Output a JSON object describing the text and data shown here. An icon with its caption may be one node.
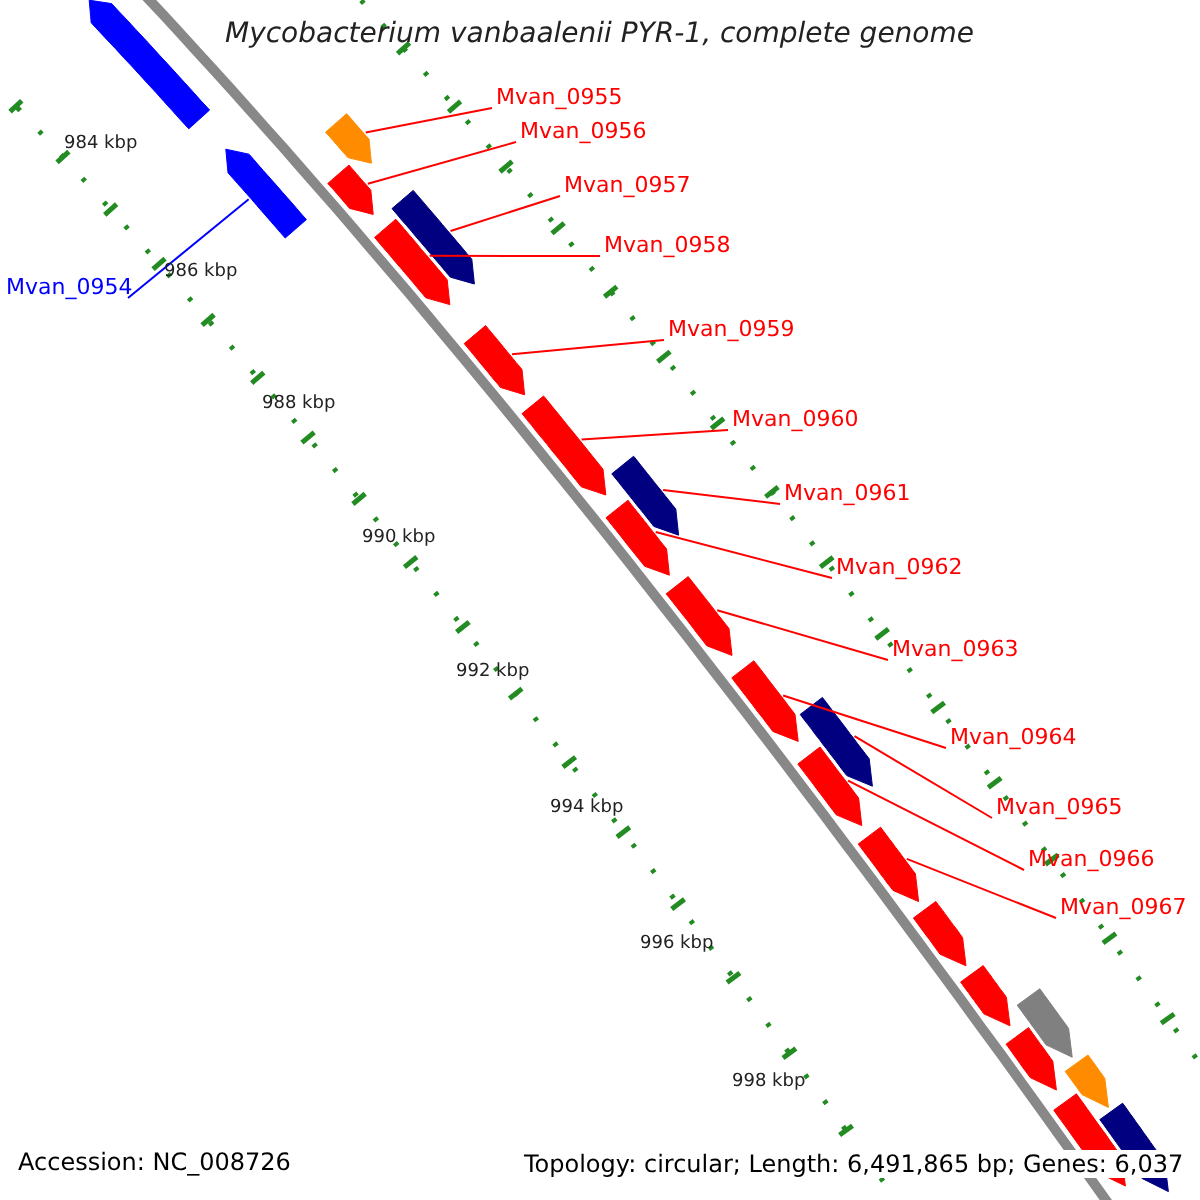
{
  "diagram": {
    "title": "Mycobacterium vanbaalenii PYR-1, complete genome",
    "nodes": [
      {
        "text": [
          "Mvan_0954"
        ]
      },
      {
        "text": [
          "Mvan_0955"
        ]
      },
      {
        "text": [
          "Mvan_0956"
        ]
      },
      {
        "text": [
          "Mvan_0957"
        ]
      },
      {
        "text": [
          "Mvan_0958"
        ]
      },
      {
        "text": [
          "Mvan_0959"
        ]
      },
      {
        "text": [
          "Mvan_0960"
        ]
      },
      {
        "text": [
          "Mvan_0961"
        ]
      },
      {
        "text": [
          "Mvan_0962"
        ]
      },
      {
        "text": [
          "Mvan_0963"
        ]
      },
      {
        "text": [
          "Mvan_0964"
        ]
      },
      {
        "text": [
          "Mvan_0965"
        ]
      },
      {
        "text": [
          "Mvan_0966"
        ]
      },
      {
        "text": [
          "Mvan_0967"
        ]
      },
      {
        "text": [],
        "shape": "bar"
      },
      {
        "text": [],
        "shape": "bar"
      },
      {
        "text": [],
        "shape": "bar"
      },
      {
        "text": [],
        "shape": "bar"
      },
      {
        "text": [],
        "shape": "bar"
      },
      {
        "text": [],
        "shape": "bar"
      },
      {
        "text": [],
        "shape": "bar"
      },
      {
        "text": [],
        "shape": "bar"
      },
      {
        "text": [],
        "shape": "bar"
      },
      {
        "text": [],
        "shape": "bar"
      },
      {
        "text": [],
        "shape": "bar"
      },
      {
        "text": [],
        "shape": "bar"
      },
      {
        "text": [],
        "shape": "bar"
      },
      {
        "text": [],
        "shape": "bar"
      },
      {
        "text": [],
        "shape": "bar"
      },
      {
        "text": [],
        "shape": "bar"
      },
      {
        "text": [],
        "shape": "bar"
      },
      {
        "text": [],
        "shape": "bar"
      },
      {
        "text": [],
        "shape": "bar"
      },
      {
        "text": [],
        "shape": "bar"
      },
      {
        "text": [],
        "shape": "bar"
      },
      {
        "text": [],
        "shape": "bar"
      }
    ],
    "edges": [
      {
        "from": 0,
        "to": 15,
        "arrow": "none",
        "color": "#0000ff"
      },
      {
        "from": 1,
        "to": 16,
        "arrow": "none"
      },
      {
        "from": 2,
        "to": 17,
        "arrow": "none"
      },
      {
        "from": 3,
        "to": 18,
        "arrow": "none"
      },
      {
        "from": 4,
        "to": 19,
        "arrow": "none"
      },
      {
        "from": 5,
        "to": 20,
        "arrow": "none"
      },
      {
        "from": 6,
        "to": 21,
        "arrow": "none"
      },
      {
        "from": 7,
        "to": 22,
        "arrow": "none"
      },
      {
        "from": 8,
        "to": 23,
        "arrow": "none"
      },
      {
        "from": 9,
        "to": 24,
        "arrow": "none"
      },
      {
        "from": 10,
        "to": 25,
        "arrow": "none"
      },
      {
        "from": 11,
        "to": 26,
        "arrow": "none"
      },
      {
        "from": 12,
        "to": 27,
        "arrow": "none"
      },
      {
        "from": 13,
        "to": 28,
        "arrow": "none"
      }
    ],
    "labels": [
      "984 kbp",
      "986 kbp",
      "988 kbp",
      "990 kbp",
      "992 kbp",
      "994 kbp",
      "996 kbp",
      "998 kbp",
      "Accession: NC_008726",
      "Topology: circular; Length: 6,491,865 bp; Genes: 6,037"
    ]
  }
}
